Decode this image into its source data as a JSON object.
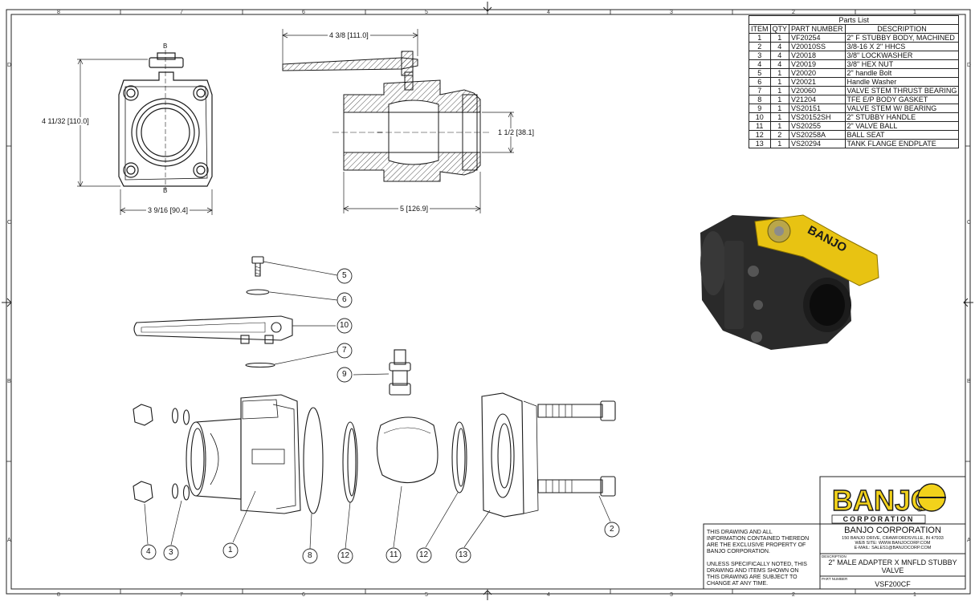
{
  "zones": {
    "columns": [
      "8",
      "7",
      "6",
      "5",
      "4",
      "3",
      "2",
      "1"
    ],
    "rows": [
      "D",
      "C",
      "B",
      "A"
    ]
  },
  "parts_list": {
    "title": "Parts List",
    "headers": [
      "ITEM",
      "QTY",
      "PART NUMBER",
      "DESCRIPTION"
    ],
    "rows": [
      [
        "1",
        "1",
        "VF20254",
        "2\" F STUBBY BODY, MACHINED"
      ],
      [
        "2",
        "4",
        "V20010SS",
        "3/8-16 X 2\" HHCS"
      ],
      [
        "3",
        "4",
        "V20018",
        "3/8\" LOCKWASHER"
      ],
      [
        "4",
        "4",
        "V20019",
        "3/8\" HEX NUT"
      ],
      [
        "5",
        "1",
        "V20020",
        "2\" handle Bolt"
      ],
      [
        "6",
        "1",
        "V20021",
        "Handle Washer"
      ],
      [
        "7",
        "1",
        "V20060",
        "VALVE STEM THRUST BEARING"
      ],
      [
        "8",
        "1",
        "V21204",
        "TFE E/P BODY GASKET"
      ],
      [
        "9",
        "1",
        "VS20151",
        "VALVE STEM W/ BEARING"
      ],
      [
        "10",
        "1",
        "VS20152SH",
        "2\" STUBBY HANDLE"
      ],
      [
        "11",
        "1",
        "VS20255",
        "2\" VALVE BALL"
      ],
      [
        "12",
        "2",
        "VS20258A",
        "BALL SEAT"
      ],
      [
        "13",
        "1",
        "VS20294",
        "TANK FLANGE ENDPLATE"
      ]
    ]
  },
  "dimensions": {
    "front_height": "4 11/32 [110.0]",
    "front_width": "3 9/16 [90.4]",
    "section_mark": "B",
    "handle_length": "4 3/8 [111.0]",
    "bore": "1 1/2 [38.1]",
    "overall_length": "5 [126.9]"
  },
  "balloons": {
    "callouts": [
      "5",
      "6",
      "10",
      "7",
      "9"
    ],
    "bottom": [
      "4",
      "3",
      "1",
      "8",
      "12",
      "11",
      "12",
      "13",
      "2"
    ]
  },
  "render_handle_text": "BANJO",
  "title_block": {
    "logo_text": "BANJO",
    "logo_sub": "CORPORATION",
    "logo_reg": "®",
    "company": "BANJO CORPORATION",
    "address": "150 BANJO DRIVE, CRAWFORDSVILLE, IN 47933",
    "website": "WEB SITE: WWW.BANJOCORP.COM",
    "email": "E-MAIL: SALES1@BANJOCORP.COM",
    "notice1": [
      "THIS DRAWING AND ALL",
      "INFORMATION CONTAINED THEREON",
      "ARE THE EXCLUSIVE PROPERTY OF",
      "BANJO CORPORATION."
    ],
    "notice2": [
      "UNLESS SPECIFICALLY NOTED, THIS",
      "DRAWING AND ITEMS SHOWN ON",
      "THIS DRAWING ARE SUBJECT TO",
      "CHANGE AT ANY TIME."
    ],
    "description_label": "DESCRIPTION",
    "description": [
      "2\" MALE ADAPTER X MNFLD STUBBY",
      "VALVE"
    ],
    "part_number_label": "PART NUMBER",
    "part_number": "VSF200CF"
  },
  "colors": {
    "line": "#1a1a1a",
    "body_dark": "#2a2a2a",
    "handle_yellow": "#e8c312",
    "logo_yellow": "#f2d21b"
  }
}
